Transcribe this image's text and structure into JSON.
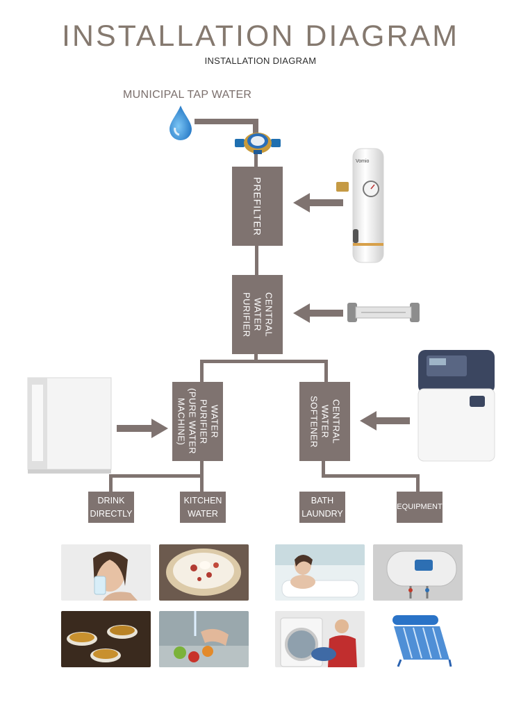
{
  "header": {
    "title": "INSTALLATION DIAGRAM",
    "subtitle": "INSTALLATION DIAGRAM"
  },
  "source": {
    "label": "MUNICIPAL TAP WATER"
  },
  "stages": {
    "prefilter": "PREFILTER",
    "central_purifier": "CENTRAL\nWATER PURIFIER",
    "water_purifier": "WATER PURIFIER\n(PURE WATER\nMACHINE)",
    "central_softener": "CENTRAL\nWATER SOFTENER"
  },
  "outlets": {
    "drink": "DRINK\nDIRECTLY",
    "kitchen": "KITCHEN\nWATER",
    "bath": "BATH\nLAUNDRY",
    "equipment": "EQUIPMENT"
  },
  "products": {
    "prefilter_brand": "Vomio"
  },
  "colors": {
    "box": "#7f7370",
    "title": "#85796f",
    "drop": "#2f8fd8"
  }
}
